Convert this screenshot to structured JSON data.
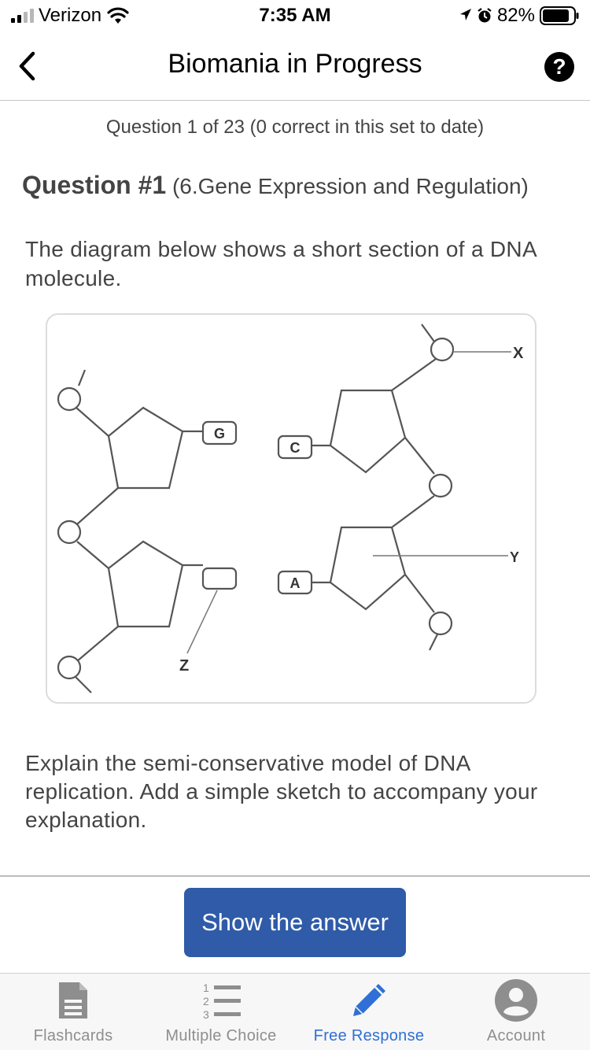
{
  "status_bar": {
    "carrier": "Verizon",
    "time": "7:35 AM",
    "battery": "82%"
  },
  "nav": {
    "title": "Biomania in Progress",
    "help": "?"
  },
  "question": {
    "progress": "Question 1 of 23 (0 correct in this set to date)",
    "number": "Question #1",
    "topic": "(6.Gene Expression and Regulation)",
    "intro": "The diagram below shows a short section of a DNA molecule.",
    "prompt": "Explain the semi-conservative model of DNA replication. Add a simple sketch to accompany your explanation."
  },
  "diagram": {
    "bases": [
      "G",
      "C",
      "A"
    ],
    "labels": [
      "X",
      "Y",
      "Z"
    ]
  },
  "actions": {
    "show_answer": "Show the answer"
  },
  "tabs": [
    {
      "label": "Flashcards",
      "icon": "document-icon",
      "active": false
    },
    {
      "label": "Multiple Choice",
      "icon": "numbered-list-icon",
      "active": false
    },
    {
      "label": "Free Response",
      "icon": "pencil-icon",
      "active": true
    },
    {
      "label": "Account",
      "icon": "account-icon",
      "active": false
    }
  ],
  "colors": {
    "primary_button": "#2f5ba8",
    "active_tab": "#2f6fd6",
    "inactive_tab": "#8e8e8e"
  }
}
